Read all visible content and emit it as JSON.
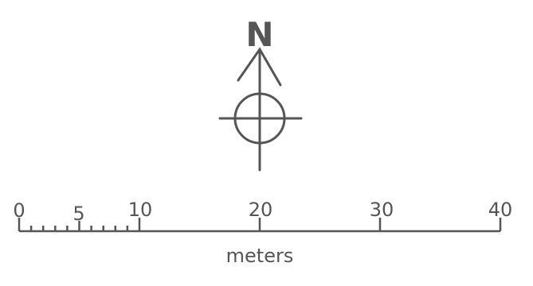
{
  "north_arrow": {
    "label": "N",
    "icon": "north-arrow-icon"
  },
  "scale_bar": {
    "labels": {
      "zero": "0",
      "five": "5",
      "ten": "10",
      "twenty": "20",
      "thirty": "30",
      "forty": "40"
    },
    "unit": "meters",
    "range": [
      0,
      40
    ],
    "minor_tick_step": 1,
    "major_ticks": [
      0,
      10,
      20,
      30,
      40
    ],
    "color": "#555555"
  }
}
